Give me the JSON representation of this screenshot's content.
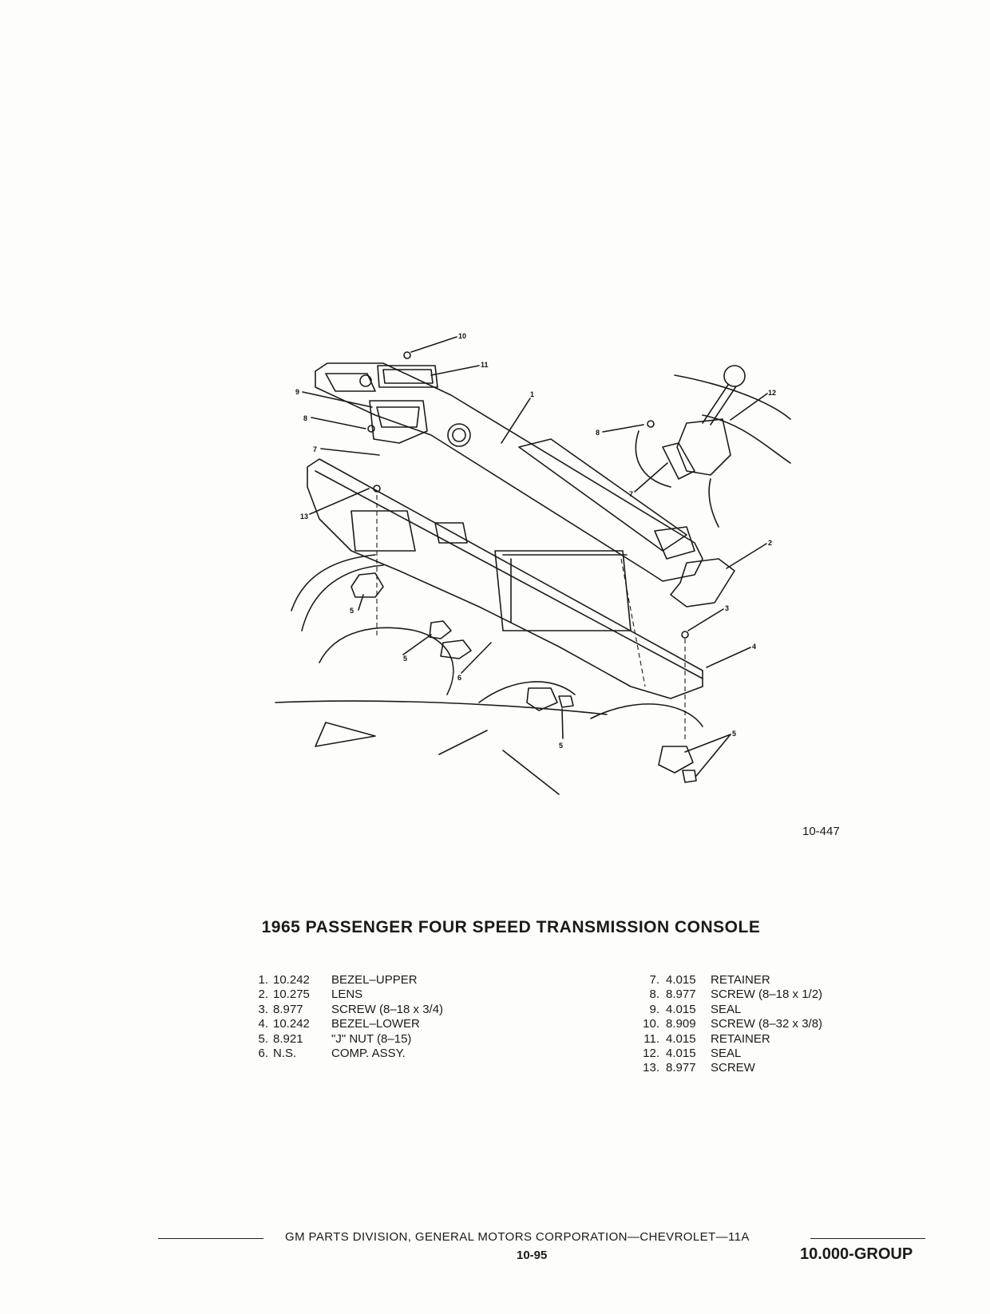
{
  "figure": {
    "callouts": [
      "10",
      "11",
      "1",
      "9",
      "8",
      "7",
      "13",
      "8",
      "12",
      "7",
      "2",
      "3",
      "4",
      "5",
      "5",
      "6",
      "5",
      "5"
    ],
    "number": "10-447"
  },
  "title": "1965 PASSENGER FOUR SPEED TRANSMISSION CONSOLE",
  "parts_left": [
    {
      "no": "1.",
      "code": "10.242",
      "desc": "BEZEL–UPPER"
    },
    {
      "no": "2.",
      "code": "10.275",
      "desc": "LENS"
    },
    {
      "no": "3.",
      "code": "8.977",
      "desc": "SCREW (8–18 x 3/4)"
    },
    {
      "no": "4.",
      "code": "10.242",
      "desc": "BEZEL–LOWER"
    },
    {
      "no": "5.",
      "code": "8.921",
      "desc": "\"J\" NUT (8–15)"
    },
    {
      "no": "6.",
      "code": "N.S.",
      "desc": "COMP. ASSY."
    }
  ],
  "parts_right": [
    {
      "no": "7.",
      "code": "4.015",
      "desc": "RETAINER"
    },
    {
      "no": "8.",
      "code": "8.977",
      "desc": "SCREW (8–18 x 1/2)"
    },
    {
      "no": "9.",
      "code": "4.015",
      "desc": "SEAL"
    },
    {
      "no": "10.",
      "code": "8.909",
      "desc": "SCREW (8–32 x 3/8)"
    },
    {
      "no": "11.",
      "code": "4.015",
      "desc": "RETAINER"
    },
    {
      "no": "12.",
      "code": "4.015",
      "desc": "SEAL"
    },
    {
      "no": "13.",
      "code": "8.977",
      "desc": "SCREW"
    }
  ],
  "footer": {
    "text": "GM PARTS DIVISION, GENERAL MOTORS CORPORATION—CHEVROLET—11A",
    "page": "10-95",
    "group": "10.000-GROUP"
  }
}
